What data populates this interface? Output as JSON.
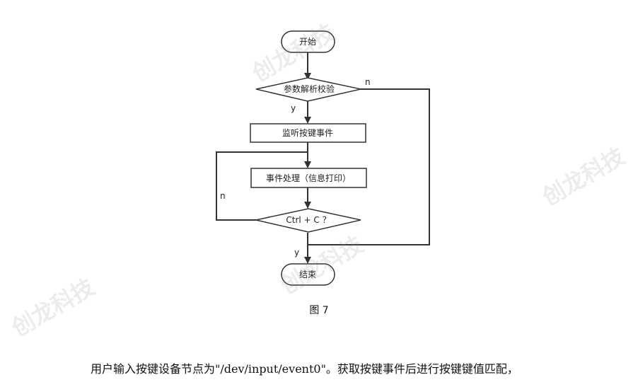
{
  "diagram": {
    "nodes": {
      "start": "开始",
      "validate": "参数解析校验",
      "listen": "监听按键事件",
      "process": "事件处理（信息打印）",
      "ctrlc": "Ctrl + C ？",
      "end": "结束"
    },
    "labels": {
      "validate_no": "n",
      "validate_yes": "y",
      "ctrlc_no": "n",
      "ctrlc_yes": "y"
    }
  },
  "caption": "图 7",
  "body_text": "用户输入按键设备节点为\"/dev/input/event0\"。获取按键事件后进行按键键值匹配，",
  "watermark": "创龙科技",
  "colors": {
    "line": "#333333",
    "node_border": "#333333",
    "node_fill": "#ffffff"
  }
}
